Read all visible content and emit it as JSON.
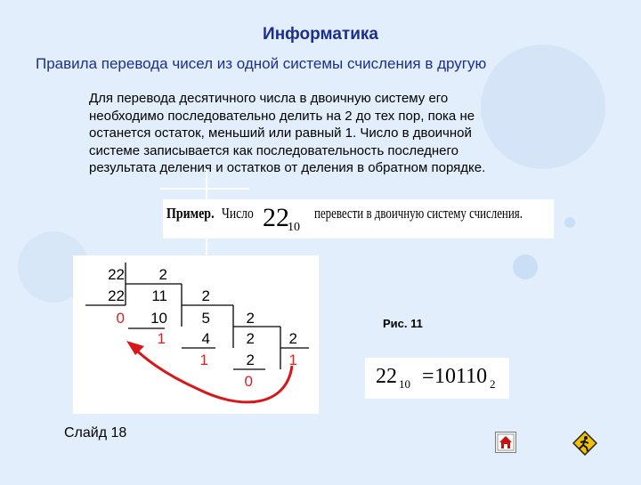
{
  "header": {
    "title": "Информатика",
    "subtitle": "Правила перевода чисел из одной системы счисления в другую"
  },
  "body": {
    "lines": [
      "Для перевода десятичного числа в двоичную систему его",
      "необходимо последовательно делить на 2 до тех пор, пока не",
      "останется остаток, меньший или равный 1. Число в двоичной",
      "системе записывается как последовательность последнего",
      "результата деления и остатков от деления в обратном порядке."
    ]
  },
  "example": {
    "prefix": "Пример.",
    "word": "Число",
    "number": "22",
    "base": "10",
    "task": "перевести в двоичную систему счисления."
  },
  "division": {
    "steps": [
      {
        "dividend": "22",
        "divisor": "2",
        "product": "22",
        "quotient": "11",
        "remainder": "0"
      },
      {
        "dividend": "11",
        "divisor": "2",
        "product": "10",
        "quotient": "5",
        "remainder": "1"
      },
      {
        "dividend": "5",
        "divisor": "2",
        "product": "4",
        "quotient": "2",
        "remainder": "1"
      },
      {
        "dividend": "2",
        "divisor": "2",
        "product": "2",
        "quotient": "1",
        "remainder": "0"
      }
    ],
    "last_quotient": "1",
    "remainder_color": "#e02020"
  },
  "figure": {
    "label": "Рис. 11"
  },
  "result": {
    "number": "22",
    "from_base": "10",
    "equals": "=",
    "binary": "10110",
    "to_base": "2"
  },
  "footer": {
    "slide_label": "Слайд 18",
    "home_icon": "home-icon",
    "exit_icon": "running-man-exit-icon"
  },
  "colors": {
    "background": "#e2eefb",
    "title": "#1d2f8c",
    "arrow": "#d81818"
  }
}
